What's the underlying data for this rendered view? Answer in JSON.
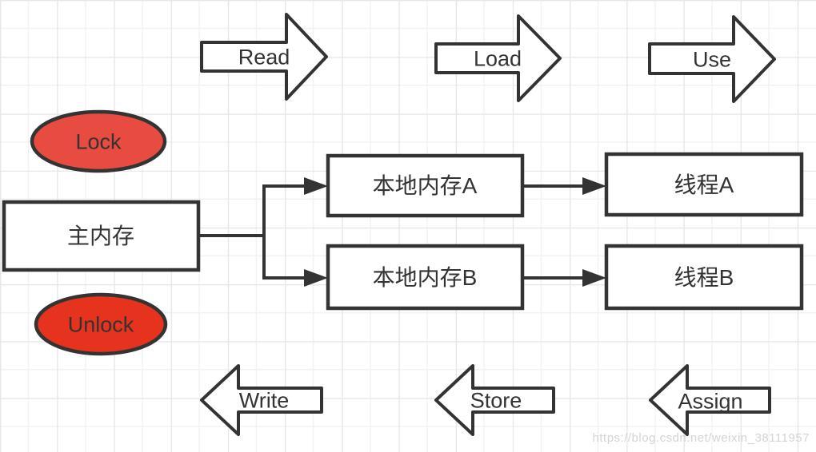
{
  "diagram": {
    "nodes": {
      "main_memory": {
        "label": "主内存"
      },
      "local_memory_a": {
        "label": "本地内存A"
      },
      "local_memory_b": {
        "label": "本地内存B"
      },
      "thread_a": {
        "label": "线程A"
      },
      "thread_b": {
        "label": "线程B"
      }
    },
    "lock_states": {
      "lock": {
        "label": "Lock"
      },
      "unlock": {
        "label": "Unlock"
      }
    },
    "operations": {
      "read": {
        "label": "Read"
      },
      "load": {
        "label": "Load"
      },
      "use": {
        "label": "Use"
      },
      "write": {
        "label": "Write"
      },
      "store": {
        "label": "Store"
      },
      "assign": {
        "label": "Assign"
      }
    },
    "colors": {
      "lock_fill": "#e84b3f",
      "unlock_fill": "#e6331d",
      "stroke": "#333333",
      "grid_minor": "#f2f2f2",
      "grid_major": "#e7e7e7"
    },
    "watermark": "https://blog.csdn.net/weixin_38111957"
  }
}
